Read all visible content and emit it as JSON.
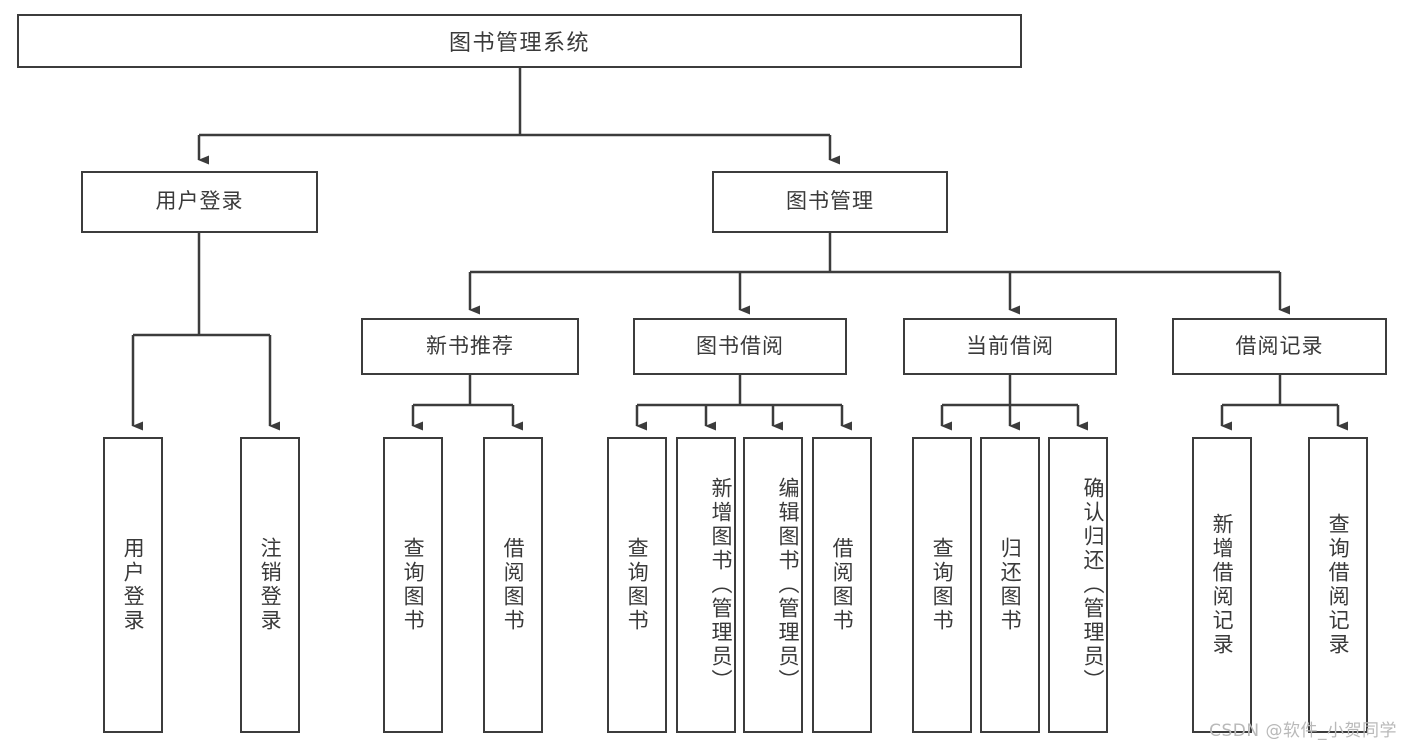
{
  "diagram": {
    "title": "图书管理系统",
    "type": "tree",
    "watermark": "CSDN @软件_小贺同学",
    "colors": {
      "border": "#3c3c3c",
      "text": "#3a3a3a",
      "background": "#ffffff",
      "watermark": "#b9b9b9"
    },
    "root": {
      "label": "图书管理系统"
    },
    "level2": [
      {
        "label": "用户登录"
      },
      {
        "label": "图书管理"
      }
    ],
    "level3": [
      {
        "label": "新书推荐"
      },
      {
        "label": "图书借阅"
      },
      {
        "label": "当前借阅"
      },
      {
        "label": "借阅记录"
      }
    ],
    "leaves": {
      "user_login": [
        {
          "label": "用户登录"
        },
        {
          "label": "注销登录"
        }
      ],
      "new_book": [
        {
          "label": "查询图书"
        },
        {
          "label": "借阅图书"
        }
      ],
      "book_borrow": [
        {
          "label": "查询图书"
        },
        {
          "label": "新增图书（管理员）"
        },
        {
          "label": "编辑图书（管理员）"
        },
        {
          "label": "借阅图书"
        }
      ],
      "current_borrow": [
        {
          "label": "查询图书"
        },
        {
          "label": "归还图书"
        },
        {
          "label": "确认归还（管理员）"
        }
      ],
      "borrow_record": [
        {
          "label": "新增借阅记录"
        },
        {
          "label": "查询借阅记录"
        }
      ]
    }
  }
}
